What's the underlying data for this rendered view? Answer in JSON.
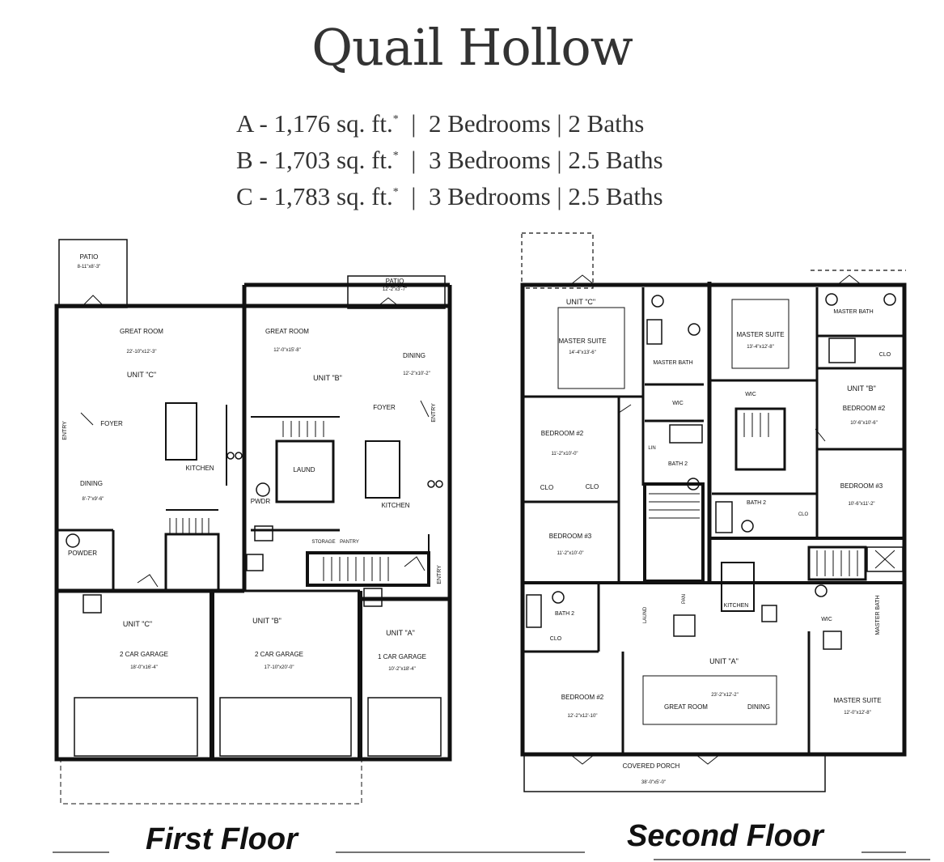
{
  "title": "Quail Hollow",
  "units": [
    {
      "unit": "A",
      "sqft": "1,176 sq. ft.",
      "bedrooms": "2 Bedrooms",
      "baths": "2 Baths"
    },
    {
      "unit": "B",
      "sqft": "1,703 sq. ft.",
      "bedrooms": "3 Bedrooms",
      "baths": "2.5 Baths"
    },
    {
      "unit": "C",
      "sqft": "1,783 sq. ft.",
      "bedrooms": "3 Bedrooms",
      "baths": "2.5 Baths"
    }
  ],
  "floors": {
    "first": "First Floor",
    "second": "Second Floor"
  },
  "first_floor_rooms": {
    "patio_c": "PATIO",
    "patio_c_dim": "8-11\"x8'-3\"",
    "patio_b": "PATIO",
    "patio_b_dim": "12'-2\"x3'-7\"",
    "great_room_c": "GREAT ROOM",
    "great_room_c_dim": "22'-10\"x12'-3\"",
    "unit_c": "UNIT \"C\"",
    "great_room_b": "GREAT ROOM",
    "great_room_b_dim": "12'-0\"x15'-8\"",
    "dining_b": "DINING",
    "dining_b_dim": "12'-2\"x10'-2\"",
    "unit_b": "UNIT \"B\"",
    "foyer_c": "FOYER",
    "foyer_b": "FOYER",
    "entry_c": "ENTRY",
    "entry_b": "ENTRY",
    "entry_a": "ENTRY",
    "dining_c": "DINING",
    "dining_c_dim": "8'-7\"x9'-6\"",
    "kitchen_c": "KITCHEN",
    "kitchen_b": "KITCHEN",
    "laund": "LAUND",
    "powder_c": "POWDER",
    "pwdr_b": "PWDR",
    "storage": "STORAGE",
    "pantry": "PANTRY",
    "garage_c_unit": "UNIT \"C\"",
    "garage_c": "2 CAR GARAGE",
    "garage_c_dim": "18'-0\"x16'-4\"",
    "garage_b_unit": "UNIT \"B\"",
    "garage_b": "2 CAR GARAGE",
    "garage_b_dim": "17'-10\"x20'-0\"",
    "garage_a_unit": "UNIT \"A\"",
    "garage_a": "1 CAR GARAGE",
    "garage_a_dim": "10'-2\"x18'-4\""
  },
  "second_floor_rooms": {
    "unit_c": "UNIT \"C\"",
    "master_suite_c": "MASTER SUITE",
    "master_suite_c_dim": "14'-4\"x13'-6\"",
    "master_bath_c": "MASTER BATH",
    "wic_c": "WIC",
    "lin_c": "LIN",
    "master_suite_b": "MASTER SUITE",
    "master_suite_b_dim": "13'-4\"x12'-8\"",
    "master_bath_b": "MASTER BATH",
    "clo_b": "CLO",
    "wic_b": "WIC",
    "unit_b": "UNIT \"B\"",
    "bedroom2_b": "BEDROOM #2",
    "bedroom2_b_dim": "10'-6\"x10'-6\"",
    "bedroom3_b": "BEDROOM #3",
    "bedroom3_b_dim": "10'-6\"x11'-2\"",
    "bath2_b": "BATH 2",
    "clo_b2": "CLO",
    "bedroom2_c": "BEDROOM #2",
    "bedroom2_c_dim": "11'-2\"x10'-0\"",
    "clo_c1": "CLO",
    "clo_c2": "CLO",
    "bath2_c": "BATH 2",
    "bedroom3_c": "BEDROOM #3",
    "bedroom3_c_dim": "11'-2\"x10'-0\"",
    "bath2_a": "BATH 2",
    "clo_a": "CLO",
    "laund_a": "LAUND",
    "pan_a": "PAN",
    "kitchen_a": "KITCHEN",
    "unit_a": "UNIT \"A\"",
    "bedroom2_a": "BEDROOM #2",
    "bedroom2_a_dim": "12'-2\"x12'-10\"",
    "great_room_a": "GREAT ROOM",
    "great_room_a_dim": "23'-2\"x12'-2\"",
    "dining_a": "DINING",
    "wic_a": "WIC",
    "master_bath_a": "MASTER BATH",
    "master_suite_a": "MASTER SUITE",
    "master_suite_a_dim": "12'-0\"x12'-8\"",
    "porch": "COVERED PORCH",
    "porch_dim": "38'-0\"x5'-0\""
  }
}
